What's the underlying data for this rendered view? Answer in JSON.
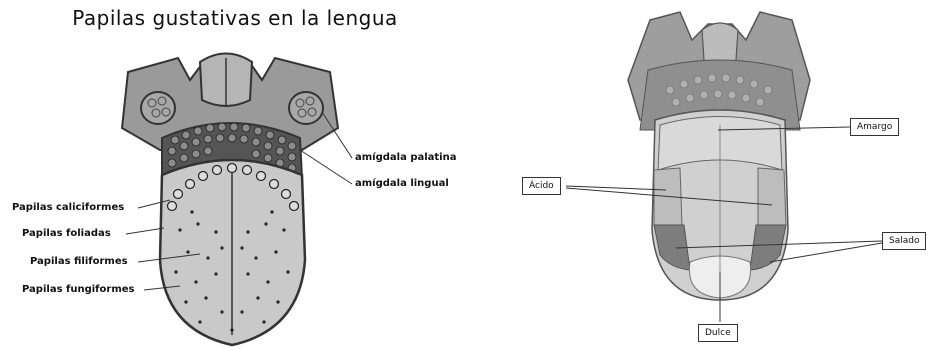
{
  "left": {
    "title": "Papilas gustativas en la lengua",
    "labels": {
      "amigdala_palatina": "amígdala palatina",
      "amigdala_lingual": "amígdala lingual",
      "caliciformes": "Papilas caliciformes",
      "foliadas": "Papilas foliadas",
      "filiformes": "Papilas filiformes",
      "fungiformes": "Papilas fungiformes"
    }
  },
  "right": {
    "labels": {
      "amargo": "Amargo",
      "acido": "Ácido",
      "salado": "Salado",
      "dulce": "Dulce"
    }
  },
  "colors": {
    "tongue_fill": "#c9c9c9",
    "outline": "#333333",
    "papilla_dot": "#222222",
    "zone_amargo": "#d9d9d9",
    "zone_acido": "#bdbdbd",
    "zone_salado": "#8a8a8a",
    "zone_dulce": "#eeeeee"
  }
}
